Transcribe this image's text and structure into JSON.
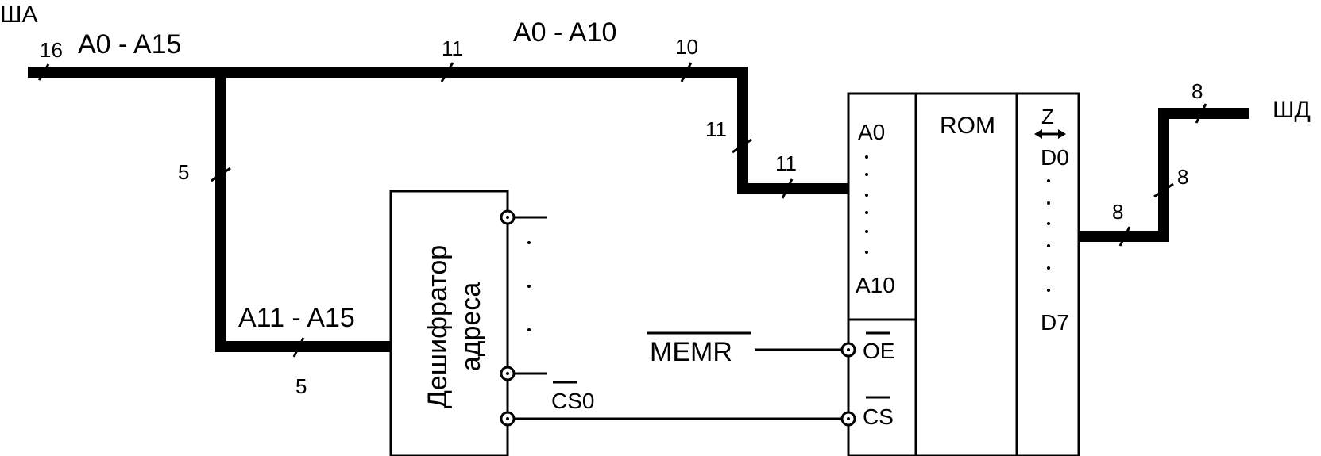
{
  "bus_labels": {
    "address_bus": "ША",
    "data_bus": "ШД",
    "a0_a15": "A0 - A15",
    "a0_a10": "A0 - A10",
    "a11_a15": "A11 - A15"
  },
  "bus_widths": {
    "main": "16",
    "to_rom_top": "11",
    "before_bend": "10",
    "down_segment": "11",
    "rom_input": "11",
    "decoder_branch": "5",
    "decoder_input": "5",
    "data_out": "8",
    "data_up": "8",
    "data_end": "8"
  },
  "decoder": {
    "line1": "Дешифратор",
    "line2": "адреса",
    "output_cs0": "CS0"
  },
  "rom": {
    "title": "ROM",
    "addr_first": "A0",
    "addr_last": "A10",
    "data_z": "Z",
    "data_first": "D0",
    "data_last": "D7",
    "oe_pin": "OE",
    "cs_pin": "CS"
  },
  "signals": {
    "memr": "MEMR"
  }
}
